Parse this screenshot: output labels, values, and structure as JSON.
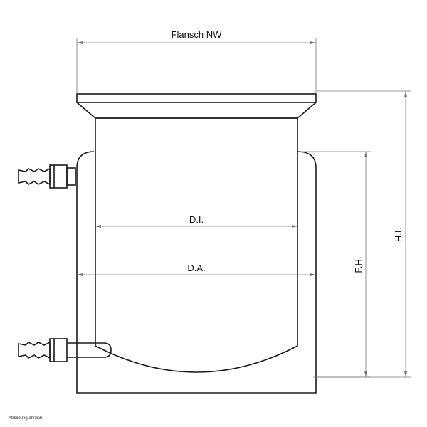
{
  "labels": {
    "flange": "Flansch NW",
    "inner_diameter": "D.I.",
    "outer_diameter": "D.A.",
    "fill_height": "F.H.",
    "inner_height": "H.I."
  },
  "note": "Abbildung ähnlich"
}
